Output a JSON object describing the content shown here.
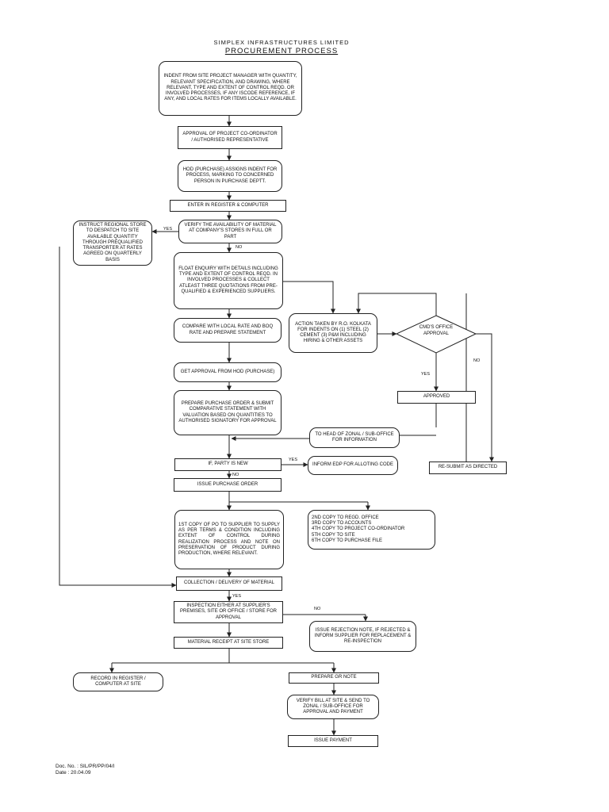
{
  "header": {
    "company": "SIMPLEX INFRASTRUCTURES LIMITED",
    "process_title": "PROCUREMENT PROCESS"
  },
  "steps": {
    "indent": "INDENT FROM SITE PROJECT MANAGER WITH QUANTITY, RELEVANT SPECIFICATION, AND DRAWING, WHERE RELEVANT, TYPE AND EXTENT OF CONTROL REQD. OR INVOLVED PROCESSES, IF ANY ISCODE REFERENCE, IF ANY, AND LOCAL RATES FOR ITEMS LOCALLY AVAILABLE.",
    "approval_coordinator": "APPROVAL OF PROJECT CO-ORDINATOR / AUTHORISED REPRESENTATIVE",
    "hod_assigns": "HOD (PURCHASE) ASSIGNS INDENT FOR PROCESS, MARKING TO CONCERNED PERSON IN PURCHASE DEPTT.",
    "enter_register": "ENTER IN REGISTER & COMPUTER",
    "verify_availability": "VERIFY THE AVAILABILITY OF MATERIAL AT COMPANY'S STORES IN FULL OR PART",
    "instruct_regional": "INSTRUCT REGIONAL STORE TO DESPATCH TO SITE AVAILABLE QUANTITY THROUGH PREQUALIFIED TRANSPORTER AT RATES AGREED ON QUARTERLY BASIS",
    "float_enquiry": "FLOAT ENQUIRY WITH DETAILS INCLUDING TYPE AND EXTENT OF CONTROL REQD. IN INVOLVED PROCESSES & COLLECT ATLEAST THREE QUOTATIONS FROM PRE-QUALIFIED & EXPERIENCED SUPPLIERS.",
    "compare_rate": "COMPARE WITH LOCAL RATE AND BOQ RATE AND PREPARE STATEMENT",
    "get_approval_hod": "GET APPROVAL FROM HOD (PURCHASE)",
    "prepare_po": "PREPARE PURCHASE ORDER & SUBMIT COMPARATIVE STATEMENT WITH VALUATION BASED ON QUANTITIES TO AUTHORISED SIGNATORY FOR APPROVAL",
    "action_ro": "ACTION TAKEN BY R.O. KOLKATA FOR INDENTS ON (1) STEEL (2) CEMENT (3) P&M INCLUDING HIRING & OTHER ASSETS",
    "cmd_approval": "CMD's OFFICE APPROVAL",
    "approved": "APPROVED",
    "head_zonal": "TO HEAD OF ZONAL / SUB-OFFICE FOR INFORMATION",
    "if_party_new": "IF, PARTY IS NEW",
    "inform_edp": "INFORM EDP FOR ALLOTING CODE",
    "resubmit": "RE-SUBMIT AS DIRECTED",
    "issue_po": "ISSUE PURCHASE ORDER",
    "first_copy": "1st COPY OF PO TO SUPPLIER TO SUPPLY AS PER TERMS & CONDITION INCLUDING EXTENT OF CONTROL DURING REALIZATION PROCESS AND NOTE ON PRESERVATION OF PRODUCT DURING PRODUCTION, WHERE RELEVANT.",
    "other_copies": [
      "2nd COPY TO REGD. OFFICE",
      "3rd COPY TO ACCOUNTS",
      "4th COPY TO PROJECT CO-ORDINATOR",
      "5th COPY TO SITE",
      "6th COPY TO PURCHASE FILE"
    ],
    "collection": "COLLECTION / DELIVERY OF MATERIAL",
    "inspection": "INSPECTION EITHER AT SUPPLIER'S PREMISES, SITE OR OFFICE / STORE FOR APPROVAL",
    "rejection": "ISSUE REJECTION NOTE, IF REJECTED & INFORM SUPPLIER FOR REPLACEMENT & RE-INSPECTION",
    "material_receipt": "MATERIAL RECEIPT AT SITE STORE",
    "record_register": "RECORD IN REGISTER / COMPUTER AT SITE",
    "prepare_gr": "PREPARE GR NOTE",
    "verify_bill": "VERIFY BILL AT SITE & SEND TO ZONAL / SUB-OFFICE FOR APPROVAL AND PAYMENT",
    "issue_payment": "ISSUE PAYMENT"
  },
  "labels": {
    "yes": "YES",
    "no": "NO"
  },
  "footer": {
    "doc_no": "Doc. No. : SIL/PR/PP/04/I",
    "date": "Date : 20.04.09"
  }
}
